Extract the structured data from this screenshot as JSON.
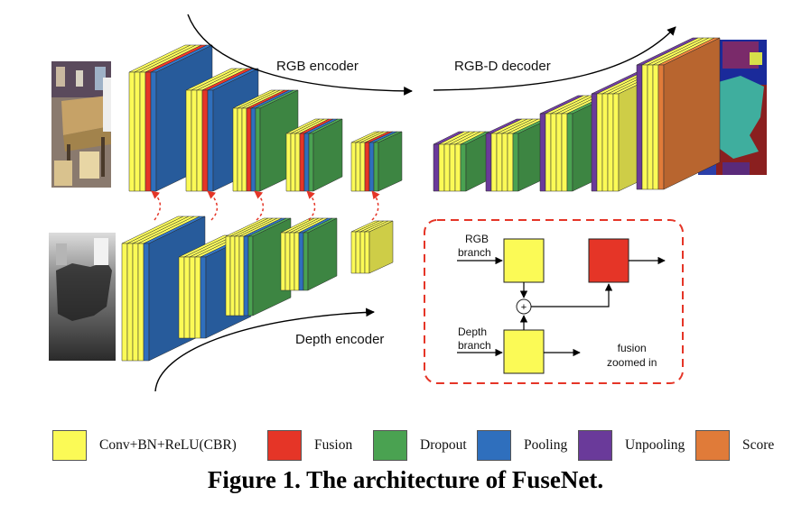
{
  "labels": {
    "rgb_encoder": "RGB encoder",
    "rgbd_decoder": "RGB-D decoder",
    "depth_encoder": "Depth encoder"
  },
  "fusion_box": {
    "rgb_branch_line1": "RGB",
    "rgb_branch_line2": "branch",
    "depth_branch_line1": "Depth",
    "depth_branch_line2": "branch",
    "plus_symbol": "+",
    "zoom_line1": "fusion",
    "zoom_line2": "zoomed in"
  },
  "legend": [
    {
      "label": "Conv+BN+ReLU(CBR)",
      "color": "#fbfa56"
    },
    {
      "label": "Fusion",
      "color": "#e53527"
    },
    {
      "label": "Dropout",
      "color": "#4aa251"
    },
    {
      "label": "Pooling",
      "color": "#2f6fbd"
    },
    {
      "label": "Unpooling",
      "color": "#6a3a9a"
    },
    {
      "label": "Score",
      "color": "#e07b39"
    }
  ],
  "caption": "Figure 1. The architecture of FuseNet.",
  "colors": {
    "cbr": "#fbfa56",
    "fusion": "#e53527",
    "dropout": "#4aa251",
    "pooling": "#2f6fbd",
    "unpooling": "#6a3a9a",
    "score": "#e07b39",
    "fusion_box_border": "#e53527"
  },
  "images": {
    "rgb_input": "rgb-input-photo",
    "depth_input": "depth-input-image",
    "segmentation_output": "segmentation-output-image"
  }
}
